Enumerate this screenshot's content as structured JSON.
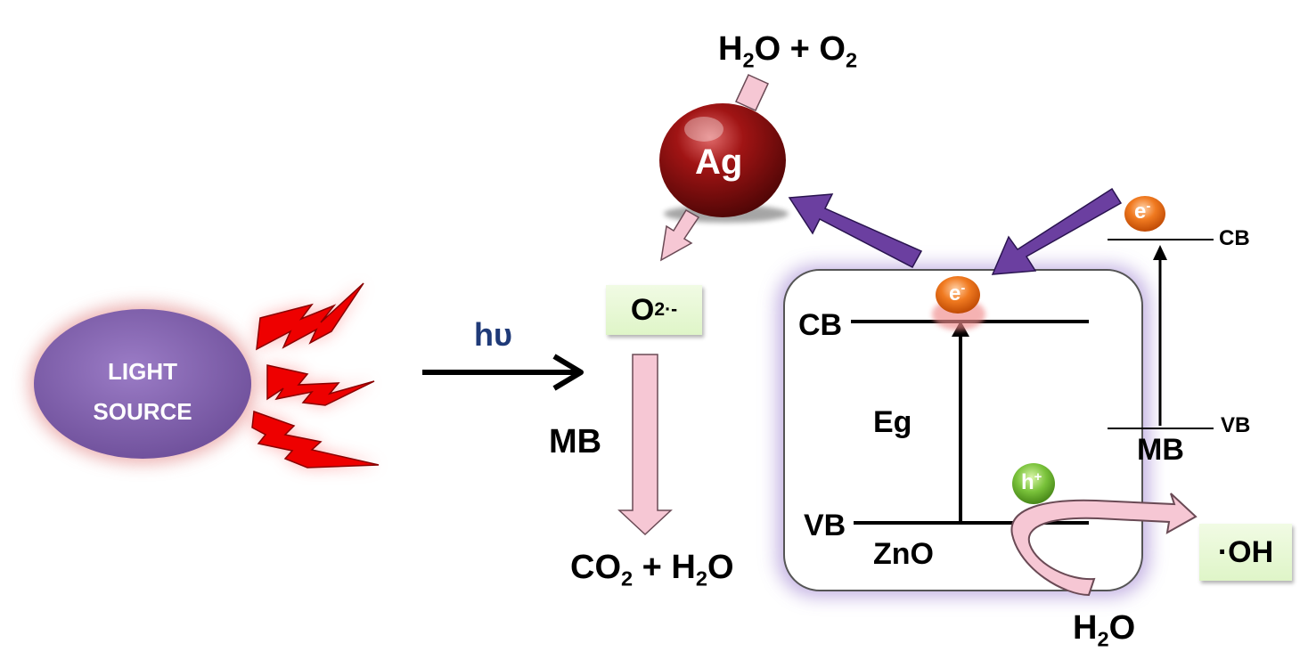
{
  "light_source": {
    "line1": "LIGHT",
    "line2": "SOURCE"
  },
  "photon": {
    "label": "hυ"
  },
  "silver": {
    "label": "Ag"
  },
  "reactants": {
    "main": "H",
    "sub1": "2",
    "mid": "O + O",
    "sub2": "2"
  },
  "superoxide": {
    "main": "O",
    "sub": "2",
    "sup": "·-"
  },
  "mb_left": {
    "label": "MB"
  },
  "products": {
    "p1": "CO",
    "sub1": "2",
    "mid": " + H",
    "sub2": "2",
    "end": "O"
  },
  "zno": {
    "cb": "CB",
    "vb": "VB",
    "gap": "Eg",
    "name": "ZnO",
    "electron": {
      "main": "e",
      "sup": "-"
    },
    "hole": {
      "main": "h",
      "sup": "+"
    }
  },
  "mb_band": {
    "cb": "CB",
    "vb": "VB",
    "name": "MB",
    "electron": {
      "main": "e",
      "sup": "-"
    }
  },
  "hydroxyl": {
    "label": "·OH"
  },
  "water": {
    "main": "H",
    "sub": "2",
    "end": "O"
  },
  "colors": {
    "light_source": "#7e5aa8",
    "lightning": "#e60000",
    "silver": "#8b0e0e",
    "purple_arrow": "#6b3fa0",
    "pink_arrow": "#f6c7d4",
    "electron": "#ee6a10",
    "hole": "#6ab82a",
    "box_glow": "#b9a5de",
    "label_box": "#e3f5cf",
    "photon_text": "#1f3a78"
  }
}
